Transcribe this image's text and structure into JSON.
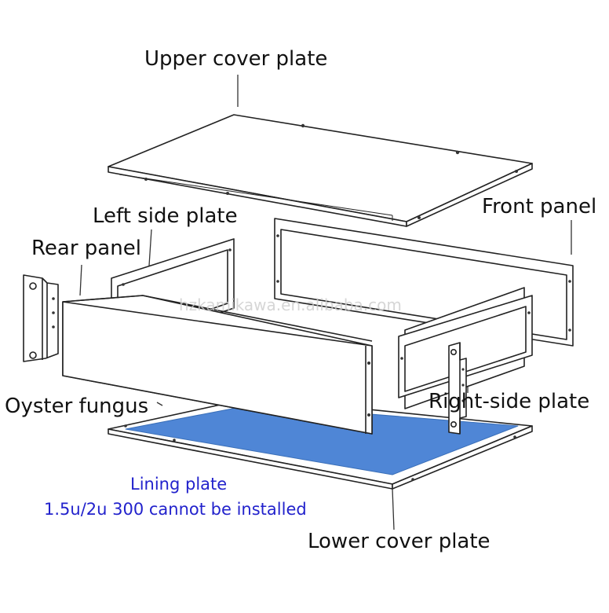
{
  "labels": {
    "upper_cover_plate": "Upper cover plate",
    "left_side_plate": "Left side plate",
    "front_panel": "Front panel",
    "rear_panel": "Rear panel",
    "oyster_fungus": "Oyster fungus",
    "right_side_plate": "Right-side plate",
    "lower_cover_plate": "Lower cover plate"
  },
  "notes": {
    "lining_plate": "Lining plate",
    "install_note": "1.5u/2u 300 cannot be installed"
  },
  "watermark": "hzkamikawa.en.alibaba.com",
  "colors": {
    "line": "#222222",
    "lining": "#4f86d6",
    "note_text": "#2222cc"
  }
}
